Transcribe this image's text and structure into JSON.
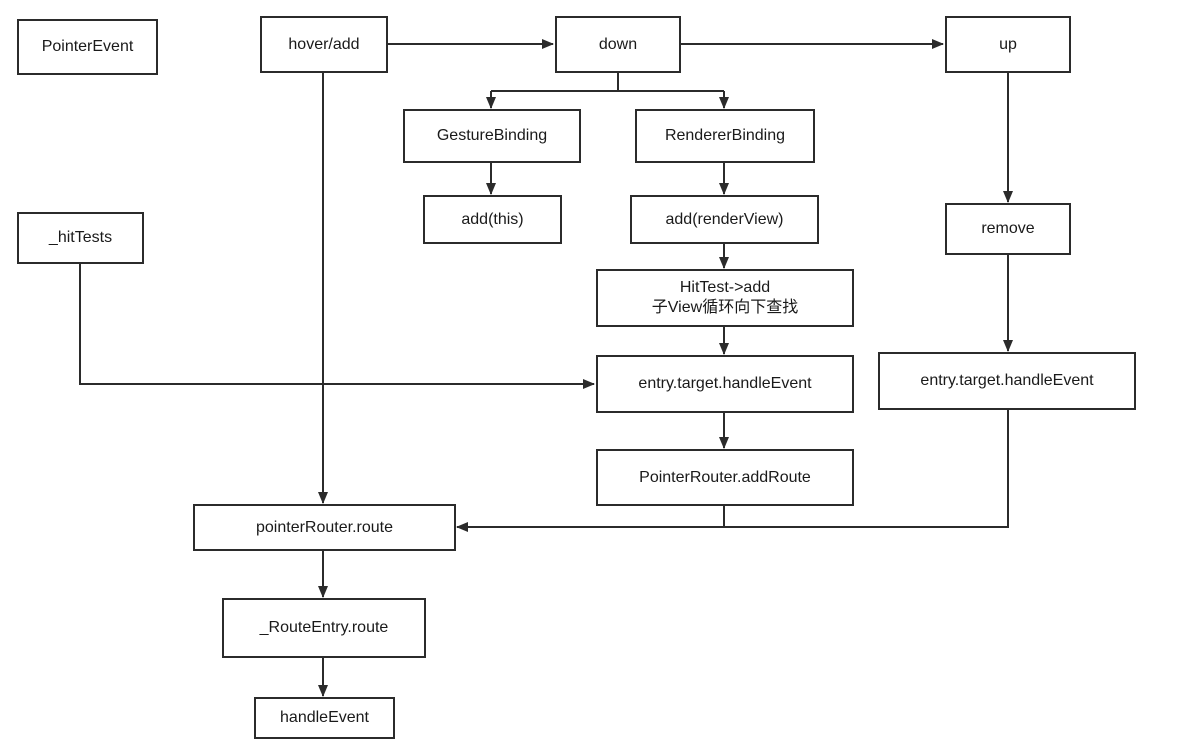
{
  "nodes": {
    "pointer_event": "PointerEvent",
    "hover_add": "hover/add",
    "down": "down",
    "up": "up",
    "gesture_binding": "GestureBinding",
    "renderer_binding": "RendererBinding",
    "add_this": "add(this)",
    "add_render_view": "add(renderView)",
    "remove": "remove",
    "hit_tests": "_hitTests",
    "hit_test_add_line1": "HitTest->add",
    "hit_test_add_line2": "子View循环向下查找",
    "entry_handle_event_mid": "entry.target.handleEvent",
    "entry_handle_event_right": "entry.target.handleEvent",
    "pointer_router_add_route": "PointerRouter.addRoute",
    "pointer_router_route": "pointerRouter.route",
    "route_entry_route": "_RouteEntry.route",
    "handle_event": "handleEvent"
  },
  "colors": {
    "stroke": "#2b2b2b",
    "text": "#1a1a1a",
    "background": "#ffffff"
  }
}
